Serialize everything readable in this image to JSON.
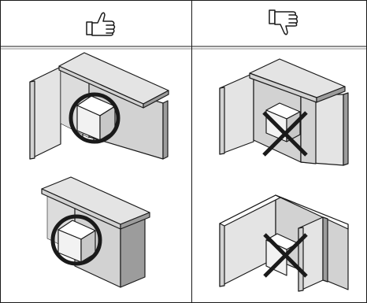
{
  "header": {
    "left_icon": "thumbs-up-icon",
    "right_icon": "thumbs-down-icon"
  },
  "rows": [
    {
      "good": "unit-under-roof-between-walls",
      "bad": "unit-in-recess-behind-wall"
    },
    {
      "good": "unit-under-roof-against-wall",
      "bad": "unit-in-corner-behind-wall"
    }
  ],
  "colors": {
    "line": "#1a1a1a",
    "wall_front": "#d2d2d2",
    "wall_dark": "#9c9c9c",
    "top_light": "#e4e4e4"
  }
}
